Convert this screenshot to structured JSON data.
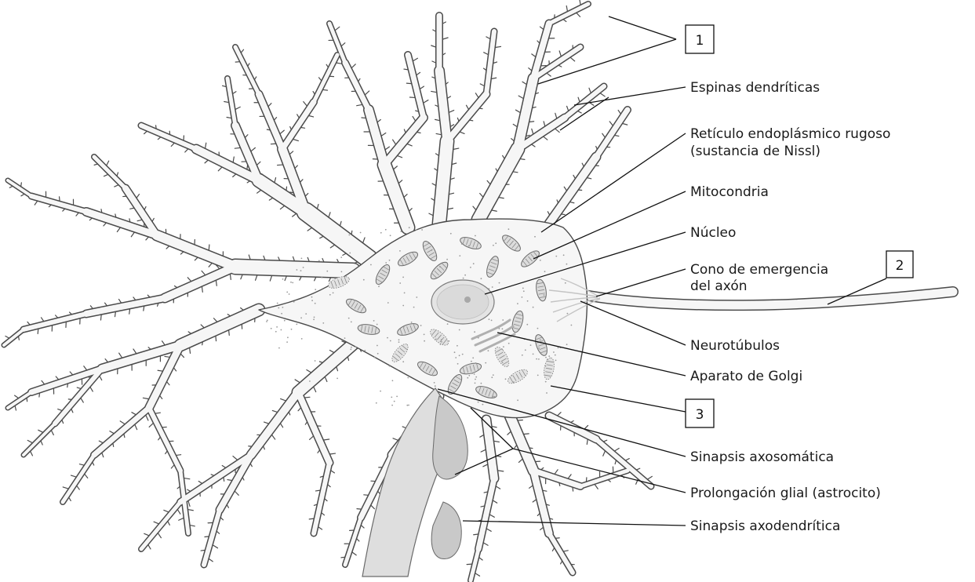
{
  "labels": {
    "dendritic_spines": "Espinas dendríticas",
    "rough_er_line1": "Retículo endoplásmico rugoso",
    "rough_er_line2": "(sustancia de Nissl)",
    "mitochondria": "Mitocondria",
    "nucleus": "Núcleo",
    "axon_hillock_line1": "Cono de emergencia",
    "axon_hillock_line2": "del axón",
    "neurotubules": "Neurotúbulos",
    "golgi": "Aparato de Golgi",
    "axosomatic_synapse": "Sinapsis axosomática",
    "glial_process": "Prolongación glial (astrocito)",
    "axodendritic_synapse": "Sinapsis axodendrítica"
  },
  "numbers": {
    "dendrites": "1",
    "axon": "2",
    "cell_body": "3"
  },
  "colors": {
    "outline": "#4a4a4a",
    "fill": "#f6f6f6",
    "organelle": "#dcdcdc",
    "text": "#1a1a1a"
  }
}
